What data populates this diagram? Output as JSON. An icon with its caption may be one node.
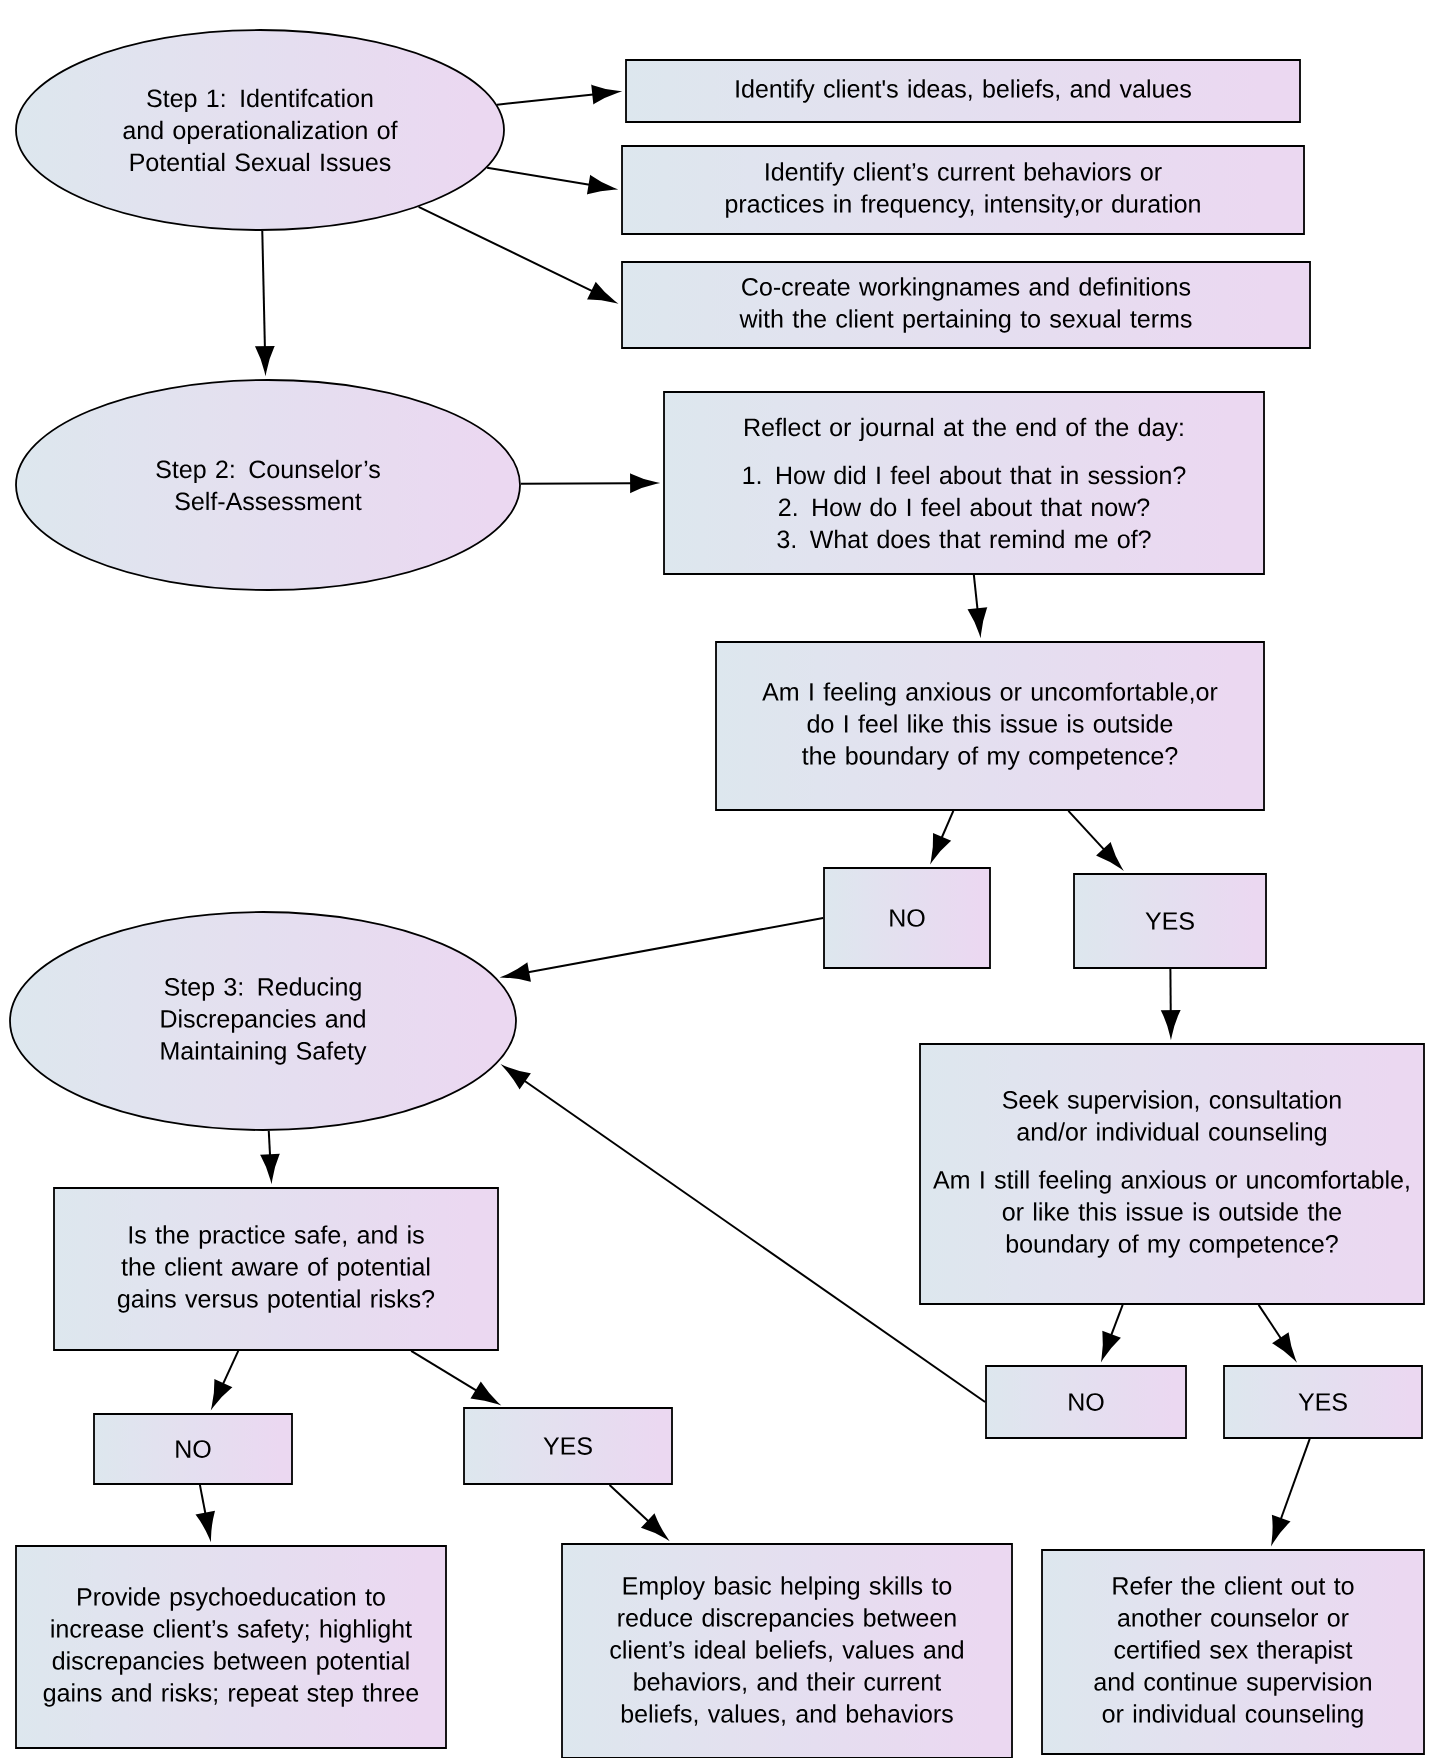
{
  "diagram": {
    "nodes": [
      {
        "text": [
          "Step 1: Identifcation and operationalization of Potential Sexual Issues"
        ]
      },
      {
        "text": [
          "Identify client's ideas, beliefs, and values"
        ]
      },
      {
        "text": [
          "Identify client’s current behaviors or practices in frequency, intensity,or duration"
        ]
      },
      {
        "text": [
          "Co-create workingnames and definitions with the client pertaining to sexual terms"
        ]
      },
      {
        "text": [
          "Step 2: Counselor’s Self-Assessment"
        ]
      },
      {
        "text": [
          "Reflect or journal at the end of the day:",
          "1. How did I feel about that in session? 2. How do I feel about that now? 3. What does that remind me of?"
        ]
      },
      {
        "text": [
          "Am I feeling anxious or uncomfortable,or do I feel like this issue is outside the boundary of my competence?"
        ]
      },
      {
        "text": [
          "NO"
        ]
      },
      {
        "text": [
          "YES"
        ]
      },
      {
        "text": [
          "Step 3: Reducing Discrepancies and Maintaining Safety"
        ]
      },
      {
        "text": [
          "Seek supervision, consultation and/or individual counseling",
          "Am I still feeling anxious or uncomfortable, or like this issue is outside the boundary of my competence?"
        ]
      },
      {
        "text": [
          "Is the practice safe, and is the client aware of potential gains versus potential risks?"
        ]
      },
      {
        "text": [
          "NO"
        ]
      },
      {
        "text": [
          "YES"
        ]
      },
      {
        "text": [
          "NO"
        ]
      },
      {
        "text": [
          "YES"
        ]
      },
      {
        "text": [
          "Provide psychoeducation to increase client’s safety; highlight discrepancies between potential gains and risks; repeat step three"
        ]
      },
      {
        "text": [
          "Employ basic helping skills to reduce discrepancies between client’s ideal beliefs, values and behaviors, and their current beliefs, values, and behaviors"
        ]
      },
      {
        "text": [
          "Refer the client out to another counselor or certified sex therapist and continue supervision or individual counseling"
        ]
      }
    ],
    "edges": [
      {
        "from": 0,
        "to": 1,
        "arrow": "to"
      },
      {
        "from": 0,
        "to": 2,
        "arrow": "to"
      },
      {
        "from": 0,
        "to": 3,
        "arrow": "to"
      },
      {
        "from": 0,
        "to": 4,
        "arrow": "to"
      },
      {
        "from": 4,
        "to": 5,
        "arrow": "to"
      },
      {
        "from": 5,
        "to": 6,
        "arrow": "to"
      },
      {
        "from": 6,
        "to": 7,
        "arrow": "to"
      },
      {
        "from": 6,
        "to": 8,
        "arrow": "to"
      },
      {
        "from": 7,
        "to": 9,
        "arrow": "to"
      },
      {
        "from": 8,
        "to": 10,
        "arrow": "to"
      },
      {
        "from": 9,
        "to": 11,
        "arrow": "to"
      },
      {
        "from": 11,
        "to": 12,
        "arrow": "to"
      },
      {
        "from": 11,
        "to": 13,
        "arrow": "to"
      },
      {
        "from": 12,
        "to": 16,
        "arrow": "to"
      },
      {
        "from": 13,
        "to": 17,
        "arrow": "to"
      },
      {
        "from": 10,
        "to": 14,
        "arrow": "to"
      },
      {
        "from": 10,
        "to": 15,
        "arrow": "to"
      },
      {
        "from": 14,
        "to": 9,
        "arrow": "to"
      },
      {
        "from": 15,
        "to": 18,
        "arrow": "to"
      }
    ]
  }
}
